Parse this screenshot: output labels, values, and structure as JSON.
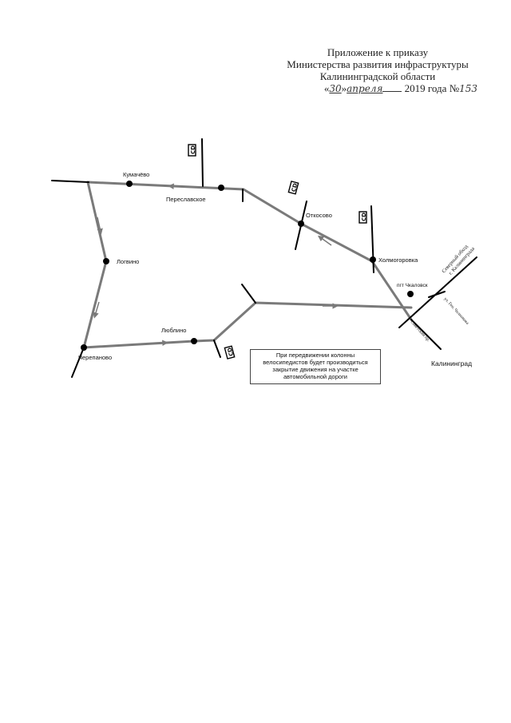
{
  "header": {
    "line1": "Приложение к приказу",
    "line2": "Министерства развития инфраструктуры",
    "line3": "Калининградской области",
    "date_prefix": "«",
    "date_day": "30",
    "date_mid": "»",
    "date_month": "апреля",
    "date_suffix": "2019 года №",
    "date_number": "153"
  },
  "map": {
    "places": {
      "kumachevo": "Кумачёво",
      "pereslavskoe": "Переславское",
      "otkosovo": "Откосово",
      "kholmogorovka": "Холмогоровка",
      "logvino": "Логвино",
      "lyublino": "Люблино",
      "cherepanovo": "Черепаново",
      "chkalovsk": "пгт Чкаловск"
    },
    "roads": {
      "severny_1": "Северный обход",
      "severny_2": "г. Калининграда",
      "gen_chernyakhovskogo": "ул. Ген. Челнокова",
      "sovetsky": "Советский пр."
    },
    "sign_label": "CD",
    "city": "Калининград",
    "route_color": "#7a7a7a",
    "road_color": "#000000"
  },
  "notice": {
    "line1": "При передвижении колонны",
    "line2": "велосипедистов будет производиться",
    "line3": "закрытие движения на участке",
    "line4": "автомобильной дороги"
  }
}
